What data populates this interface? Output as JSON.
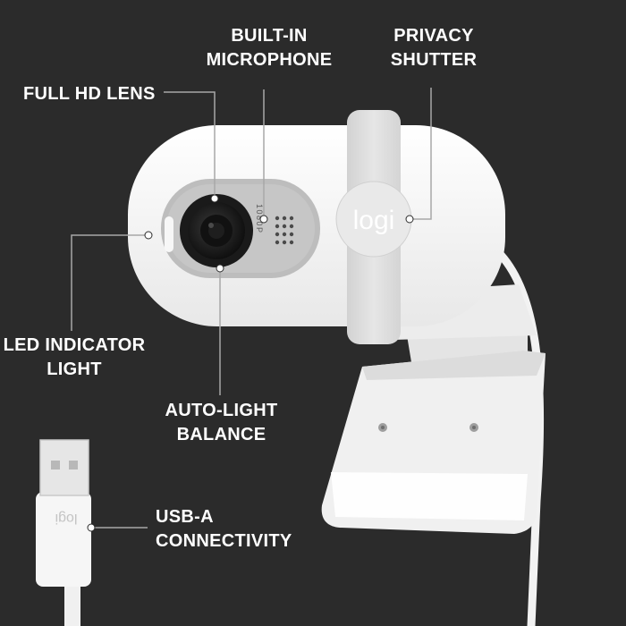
{
  "callouts": {
    "built_in_microphone": [
      "BUILT-IN",
      "MICROPHONE"
    ],
    "privacy_shutter": [
      "PRIVACY",
      "SHUTTER"
    ],
    "full_hd_lens": [
      "FULL HD LENS"
    ],
    "led_indicator_light": [
      "LED INDICATOR",
      "LIGHT"
    ],
    "auto_light_balance": [
      "AUTO-LIGHT",
      "BALANCE"
    ],
    "usb_a_connectivity": [
      "USB-A",
      "CONNECTIVITY"
    ]
  },
  "product": {
    "brand_logo": "logi",
    "resolution_marking": "1080P",
    "colors": {
      "background": "#2b2b2b",
      "webcam_body": "#f4f4f4",
      "shutter": "#dedede",
      "lens_bezel": "#b9b9b9",
      "callout_line": "#a8a8a8"
    }
  }
}
